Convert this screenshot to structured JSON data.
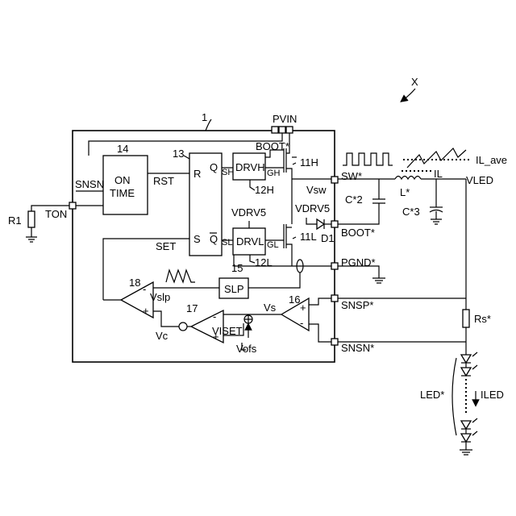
{
  "labels": {
    "x": "X",
    "ic": "1",
    "pvin": "PVIN",
    "ton": "TON",
    "r1": "R1",
    "snsn_in": "SNSN",
    "on_time_1": "ON",
    "on_time_2": "TIME",
    "n14": "14",
    "n13": "13",
    "r": "R",
    "s": "S",
    "q": "Q",
    "qbar": "Q",
    "rst": "RST",
    "set": "SET",
    "sh": "SH",
    "sl": "SL",
    "drvh": "DRVH",
    "drvl": "DRVL",
    "gh": "GH",
    "gl": "GL",
    "n12h": "12H",
    "n12l": "12L",
    "boot_in": "BOOT*",
    "vdrv5_in": "VDRV5",
    "vdrv5_out": "VDRV5",
    "n11h": "11H",
    "n11l": "11L",
    "d1": "D1",
    "vsw": "Vsw",
    "sw": "SW*",
    "boot": "BOOT*",
    "pgnd": "PGND*",
    "snsp": "SNSP*",
    "snsn": "SNSN*",
    "n15": "15",
    "slp": "SLP",
    "n18": "18",
    "vslp": "Vslp",
    "n17": "17",
    "vc": "Vc",
    "viset": "VISET",
    "vofs": "Vofs",
    "n16": "16",
    "vs": "Vs",
    "il_ave": "IL_ave",
    "il": "IL",
    "l": "L*",
    "c2": "C*2",
    "c3": "C*3",
    "vled": "VLED",
    "rs": "Rs*",
    "led": "LED*",
    "iled": "ILED",
    "minus": "-",
    "plus": "+"
  }
}
